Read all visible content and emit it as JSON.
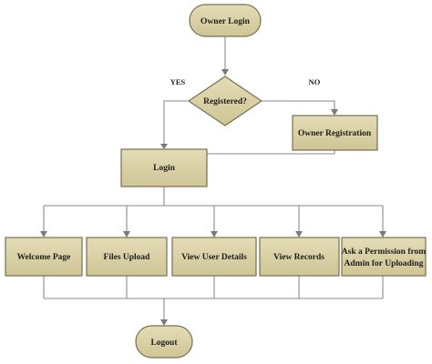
{
  "flowchart": {
    "start": "Owner Login",
    "decision": "Registered?",
    "yes_label": "YES",
    "no_label": "NO",
    "registration": "Owner Registration",
    "login": "Login",
    "welcome": "Welcome Page",
    "files_upload": "Files Upload",
    "view_user_details": "View User Details",
    "view_records": "View Records",
    "permission_line1": "Ask a Permission from",
    "permission_line2": "Admin for Uploading",
    "logout": "Logout"
  },
  "colors": {
    "node_fill": "#dcd3a8",
    "node_border": "#77704f",
    "connector": "#8a8a8a"
  }
}
